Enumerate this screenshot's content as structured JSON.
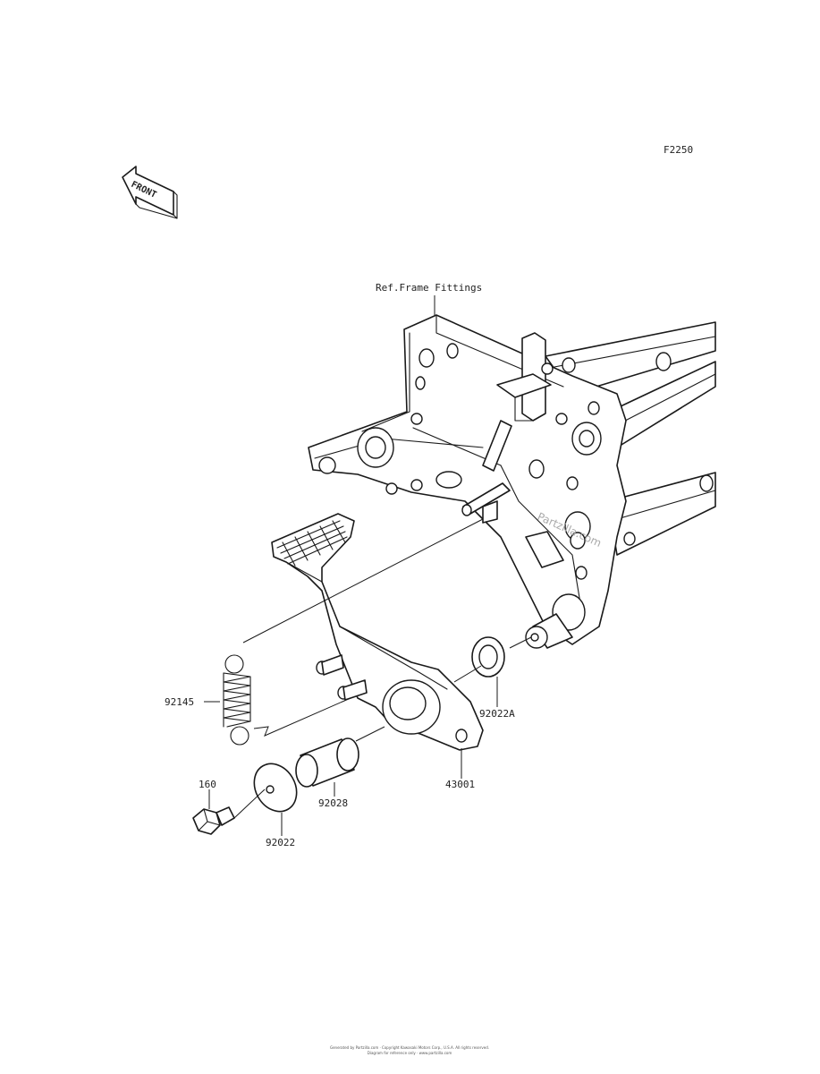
{
  "diagram_id": "F2250",
  "front_label": "FRONT",
  "reference_label": "Ref.Frame Fittings",
  "watermark": "Partzilla.com",
  "parts": {
    "spring": "92145",
    "collar_washer": "92022A",
    "pedal": "43001",
    "bolt": "160",
    "bushing": "92028",
    "washer": "92022"
  },
  "footer": {
    "line1": "Generated by Partzilla.com · Copyright Kawasaki Motors Corp., U.S.A. All rights reserved.",
    "line2": "Diagram for reference only · www.partzilla.com"
  },
  "colors": {
    "line": "#1a1a1a",
    "label": "#222222",
    "watermark": "#aaaaaa"
  }
}
